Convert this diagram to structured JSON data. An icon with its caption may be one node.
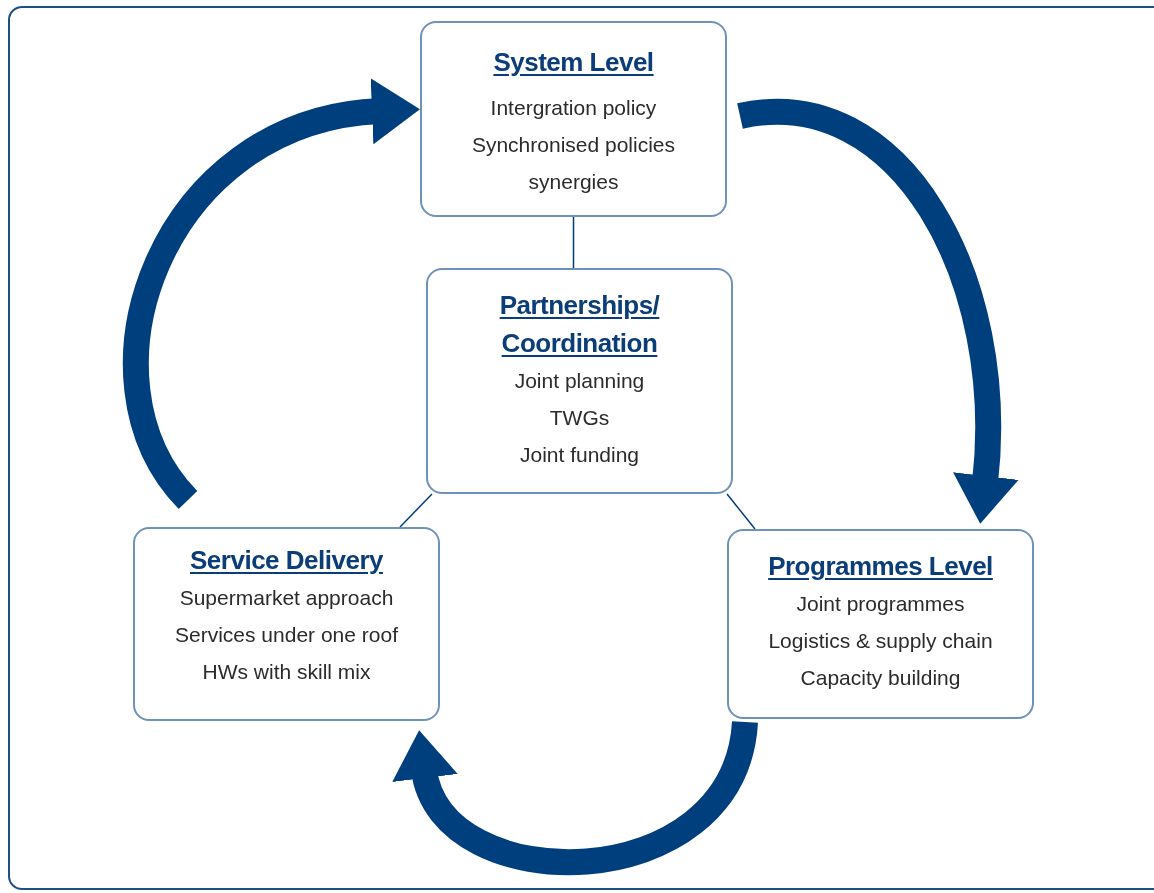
{
  "diagram": {
    "nodes": [
      {
        "text": [
          "System Level",
          "Intergration policy",
          "Synchronised policies",
          "synergies"
        ]
      },
      {
        "text": [
          "Partnerships/ Coordination",
          "Joint planning",
          "TWGs",
          "Joint funding"
        ]
      },
      {
        "text": [
          "Service Delivery",
          "Supermarket approach",
          "Services under one roof",
          "HWs with skill mix"
        ]
      },
      {
        "text": [
          "Programmes Level",
          "Joint programmes",
          "Logistics & supply chain",
          "Capacity building"
        ]
      }
    ],
    "edges": [
      {
        "from": 0,
        "to": 3,
        "arrow": "to",
        "style": "thick"
      },
      {
        "from": 3,
        "to": 2,
        "arrow": "to",
        "style": "thick"
      },
      {
        "from": 2,
        "to": 0,
        "arrow": "to",
        "style": "thick"
      },
      {
        "from": 0,
        "to": 1,
        "arrow": "none"
      },
      {
        "from": 1,
        "to": 2,
        "arrow": "none"
      },
      {
        "from": 1,
        "to": 3,
        "arrow": "none"
      }
    ]
  }
}
